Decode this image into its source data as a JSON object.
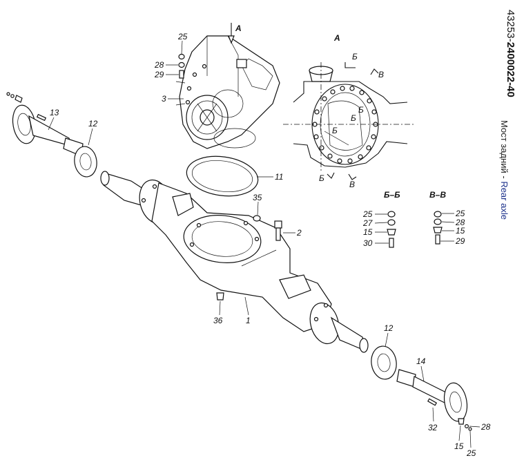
{
  "document": {
    "number_prefix": "43253-",
    "number_main": "2400022-40",
    "title_ru": "Мост задний",
    "title_sep": "  -  ",
    "title_en": "Rear axle",
    "en_color": "#1a2f8a"
  },
  "views": {
    "view_a": "А",
    "arrow_a": "А",
    "section_bb": "Б–Б",
    "section_vv": "В–В",
    "marks": [
      "Б",
      "Б",
      "Б",
      "Б",
      "Б",
      "В",
      "В"
    ]
  },
  "callouts": {
    "p1": "1",
    "p2": "2",
    "p3": "3",
    "p11": "11",
    "p12_left": "12",
    "p12_right": "12",
    "p13": "13",
    "p14": "14",
    "p25_top": "25",
    "p28_top": "28",
    "p29_top": "29",
    "p32": "32",
    "p35": "35",
    "p36": "36",
    "p15_bottom": "15",
    "p25_bottom": "25",
    "p28_bottom": "28",
    "bb": [
      "25",
      "27",
      "15",
      "30"
    ],
    "vv": [
      "25",
      "28",
      "15",
      "29"
    ]
  }
}
